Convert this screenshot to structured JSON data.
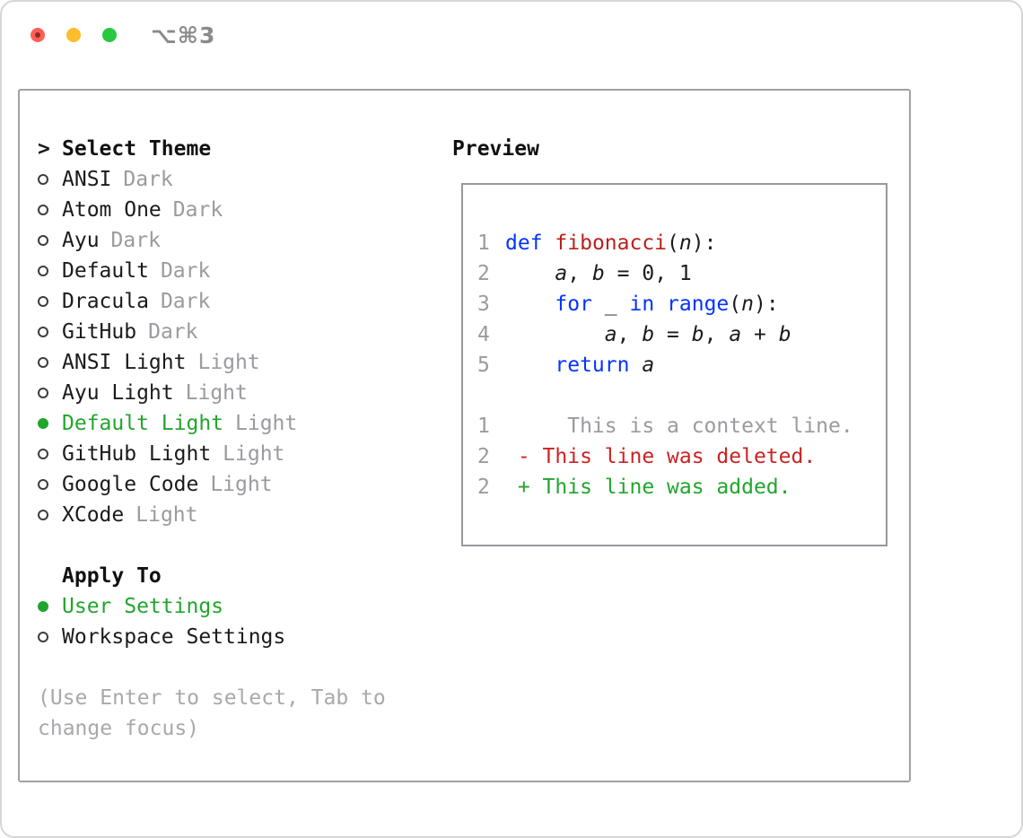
{
  "window": {
    "shortcut": "⌥⌘3"
  },
  "selector": {
    "title": "Select Theme",
    "prompt": ">",
    "themes": [
      {
        "name": "ANSI",
        "variant": "Dark",
        "selected": false
      },
      {
        "name": "Atom One",
        "variant": "Dark",
        "selected": false
      },
      {
        "name": "Ayu",
        "variant": "Dark",
        "selected": false
      },
      {
        "name": "Default",
        "variant": "Dark",
        "selected": false
      },
      {
        "name": "Dracula",
        "variant": "Dark",
        "selected": false
      },
      {
        "name": "GitHub",
        "variant": "Dark",
        "selected": false
      },
      {
        "name": "ANSI Light",
        "variant": "Light",
        "selected": false
      },
      {
        "name": "Ayu Light",
        "variant": "Light",
        "selected": false
      },
      {
        "name": "Default Light",
        "variant": "Light",
        "selected": true
      },
      {
        "name": "GitHub Light",
        "variant": "Light",
        "selected": false
      },
      {
        "name": "Google Code",
        "variant": "Light",
        "selected": false
      },
      {
        "name": "XCode",
        "variant": "Light",
        "selected": false
      }
    ],
    "apply_title": "Apply To",
    "apply_options": [
      {
        "label": "User Settings",
        "selected": true
      },
      {
        "label": "Workspace Settings",
        "selected": false
      }
    ],
    "hint": "(Use Enter to select, Tab to change focus)"
  },
  "preview": {
    "title": "Preview",
    "code_lines": [
      {
        "num": "1",
        "tokens": [
          {
            "t": "def",
            "c": "kw"
          },
          {
            "t": " "
          },
          {
            "t": "fibonacci",
            "c": "fn"
          },
          {
            "t": "("
          },
          {
            "t": "n",
            "c": "it"
          },
          {
            "t": "):"
          }
        ]
      },
      {
        "num": "2",
        "tokens": [
          {
            "t": "    "
          },
          {
            "t": "a",
            "c": "it"
          },
          {
            "t": ", "
          },
          {
            "t": "b",
            "c": "it"
          },
          {
            "t": " = 0, 1"
          }
        ]
      },
      {
        "num": "3",
        "tokens": [
          {
            "t": "    "
          },
          {
            "t": "for",
            "c": "kw"
          },
          {
            "t": " _ "
          },
          {
            "t": "in",
            "c": "kw"
          },
          {
            "t": " "
          },
          {
            "t": "range",
            "c": "kw"
          },
          {
            "t": "("
          },
          {
            "t": "n",
            "c": "it"
          },
          {
            "t": "):"
          }
        ]
      },
      {
        "num": "4",
        "tokens": [
          {
            "t": "        "
          },
          {
            "t": "a",
            "c": "it"
          },
          {
            "t": ", "
          },
          {
            "t": "b",
            "c": "it"
          },
          {
            "t": " = "
          },
          {
            "t": "b",
            "c": "it"
          },
          {
            "t": ", "
          },
          {
            "t": "a",
            "c": "it"
          },
          {
            "t": " + "
          },
          {
            "t": "b",
            "c": "it"
          }
        ]
      },
      {
        "num": "5",
        "tokens": [
          {
            "t": "    "
          },
          {
            "t": "return",
            "c": "kw"
          },
          {
            "t": " "
          },
          {
            "t": "a",
            "c": "it"
          }
        ]
      }
    ],
    "diff_lines": [
      {
        "num": "1",
        "text": "     This is a context line.",
        "kind": "context"
      },
      {
        "num": "2",
        "text": " - This line was deleted.",
        "kind": "deleted"
      },
      {
        "num": "2",
        "text": " + This line was added.",
        "kind": "added"
      }
    ]
  },
  "colors": {
    "accent_green": "#22a52e",
    "keyword_blue": "#0433ff",
    "function_red": "#bb211b",
    "deleted_red": "#cc2222",
    "added_green": "#22a52e",
    "muted_gray": "#9a9aa0",
    "traffic_red": "#ff5f57",
    "traffic_yellow": "#febc2e",
    "traffic_green": "#28c840"
  }
}
